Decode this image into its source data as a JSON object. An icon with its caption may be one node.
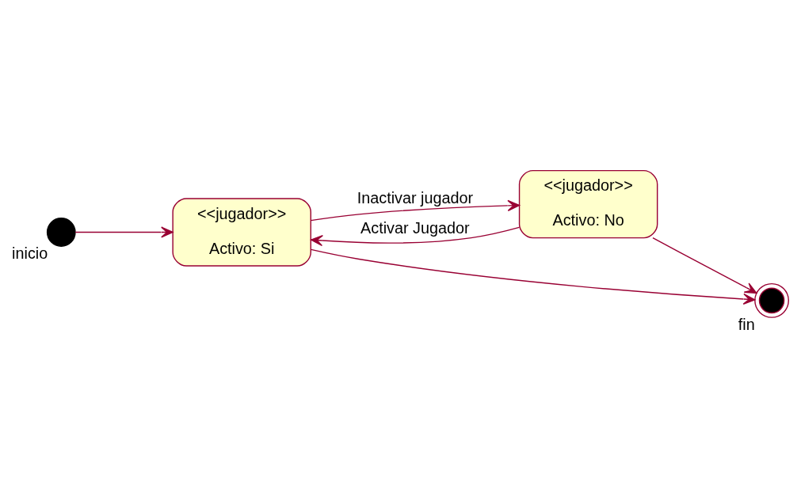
{
  "diagram": {
    "nodes": [
      {
        "text": [],
        "shape": "circle",
        "beside": [
          "inicio"
        ]
      },
      {
        "text": [
          "<<jugador>>",
          "Activo: Si"
        ]
      },
      {
        "text": [
          "<<jugador>>",
          "Activo: No"
        ]
      },
      {
        "text": [],
        "shape": "doublecircle",
        "beside": [
          "fin"
        ]
      }
    ],
    "edges": [
      {
        "from": 0,
        "to": 1,
        "arrow": "to"
      },
      {
        "from": 1,
        "to": 2,
        "arrow": "to",
        "label": "Inactivar jugador"
      },
      {
        "from": 2,
        "to": 1,
        "arrow": "to",
        "label": "Activar Jugador"
      },
      {
        "from": 1,
        "to": 3,
        "arrow": "to"
      },
      {
        "from": 2,
        "to": 3,
        "arrow": "to"
      }
    ]
  }
}
